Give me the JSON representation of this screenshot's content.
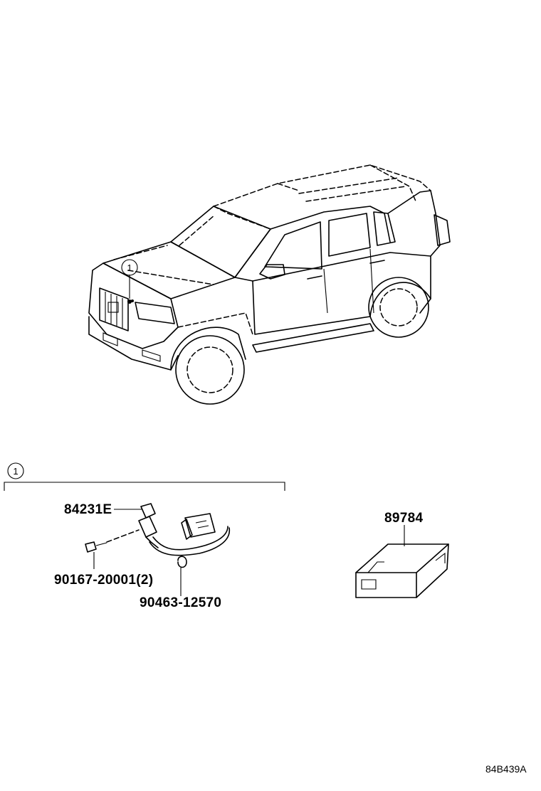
{
  "vehicle_view": {
    "callout": "1"
  },
  "detail_section": {
    "callout": "1"
  },
  "parts": {
    "sensor": "84231E",
    "bolt": "90167-20001(2)",
    "clip": "90463-12570",
    "module": "89784"
  },
  "sheet_code": "84B439A"
}
